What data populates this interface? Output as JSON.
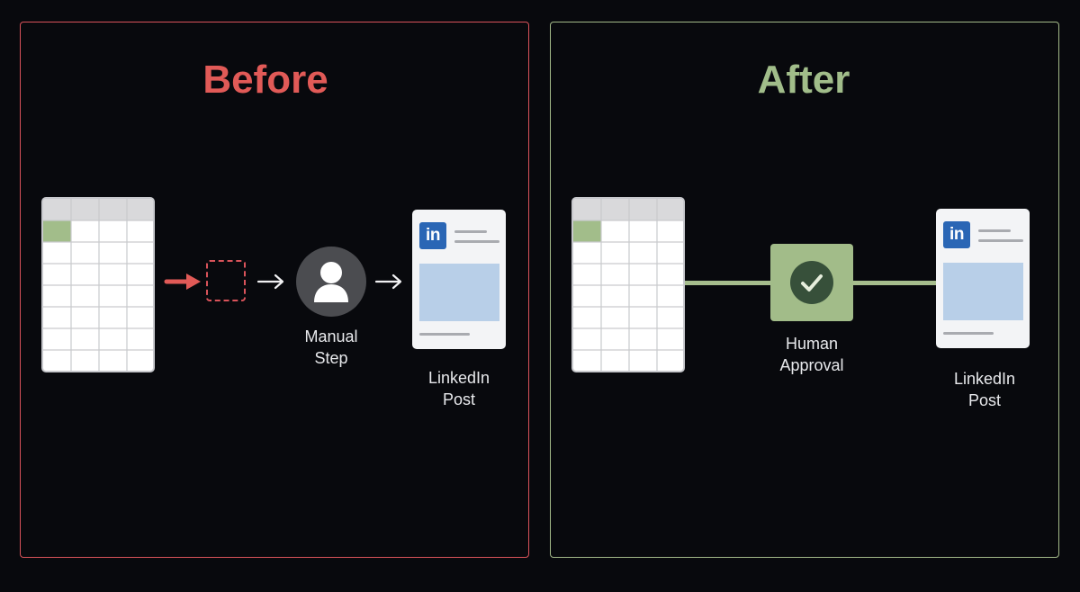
{
  "before": {
    "title": "Before",
    "manual_step_label": [
      "Manual",
      "Step"
    ],
    "post_label": [
      "LinkedIn",
      "Post"
    ]
  },
  "after": {
    "title": "After",
    "approval_label": [
      "Human",
      "Approval"
    ],
    "post_label": [
      "LinkedIn",
      "Post"
    ]
  },
  "linkedin_logo_text": "in",
  "colors": {
    "before_accent": "#e15a57",
    "after_accent": "#a1bd8a",
    "linkedin_blue": "#2a66b5",
    "sheet_header": "#d9d9db",
    "sheet_highlight": "#a2bd8a"
  },
  "icons": [
    "spreadsheet-icon",
    "arrow-right-icon",
    "dashed-placeholder-icon",
    "person-icon",
    "linkedin-icon",
    "checkmark-icon"
  ]
}
